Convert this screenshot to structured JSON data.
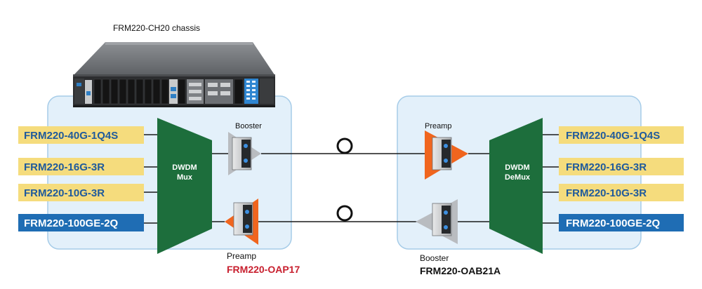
{
  "chassis": {
    "caption": "FRM220-CH20 chassis"
  },
  "left_site": {
    "cards": [
      {
        "label": "FRM220-40G-1Q4S",
        "kind": "yellow"
      },
      {
        "label": "FRM220-16G-3R",
        "kind": "yellow"
      },
      {
        "label": "FRM220-10G-3R",
        "kind": "yellow"
      },
      {
        "label": "FRM220-100GE-2Q",
        "kind": "blue"
      }
    ],
    "mux": {
      "line1": "DWDM",
      "line2": "Mux"
    },
    "booster_caption": "Booster",
    "preamp_caption": "Preamp",
    "model": "FRM220-OAP17"
  },
  "right_site": {
    "cards": [
      {
        "label": "FRM220-40G-1Q4S",
        "kind": "yellow"
      },
      {
        "label": "FRM220-16G-3R",
        "kind": "yellow"
      },
      {
        "label": "FRM220-10G-3R",
        "kind": "yellow"
      },
      {
        "label": "FRM220-100GE-2Q",
        "kind": "blue"
      }
    ],
    "demux": {
      "line1": "DWDM",
      "line2": "DeMux"
    },
    "preamp_caption": "Preamp",
    "booster_caption": "Booster",
    "model": "FRM220-OAB21A"
  },
  "colors": {
    "yellow_card": "#f5dc7d",
    "blue_card": "#1f6db4",
    "card_text_dark": "#1f5a9c",
    "card_text_light": "#ffffff",
    "mux_green": "#1d6e3c",
    "site_bg": "#e3f0fa",
    "site_border": "#a6cce8",
    "orange": "#f0651e",
    "gray_triangle": "#b9bcc0",
    "model_red": "#c8202f",
    "model_black": "#111111"
  }
}
